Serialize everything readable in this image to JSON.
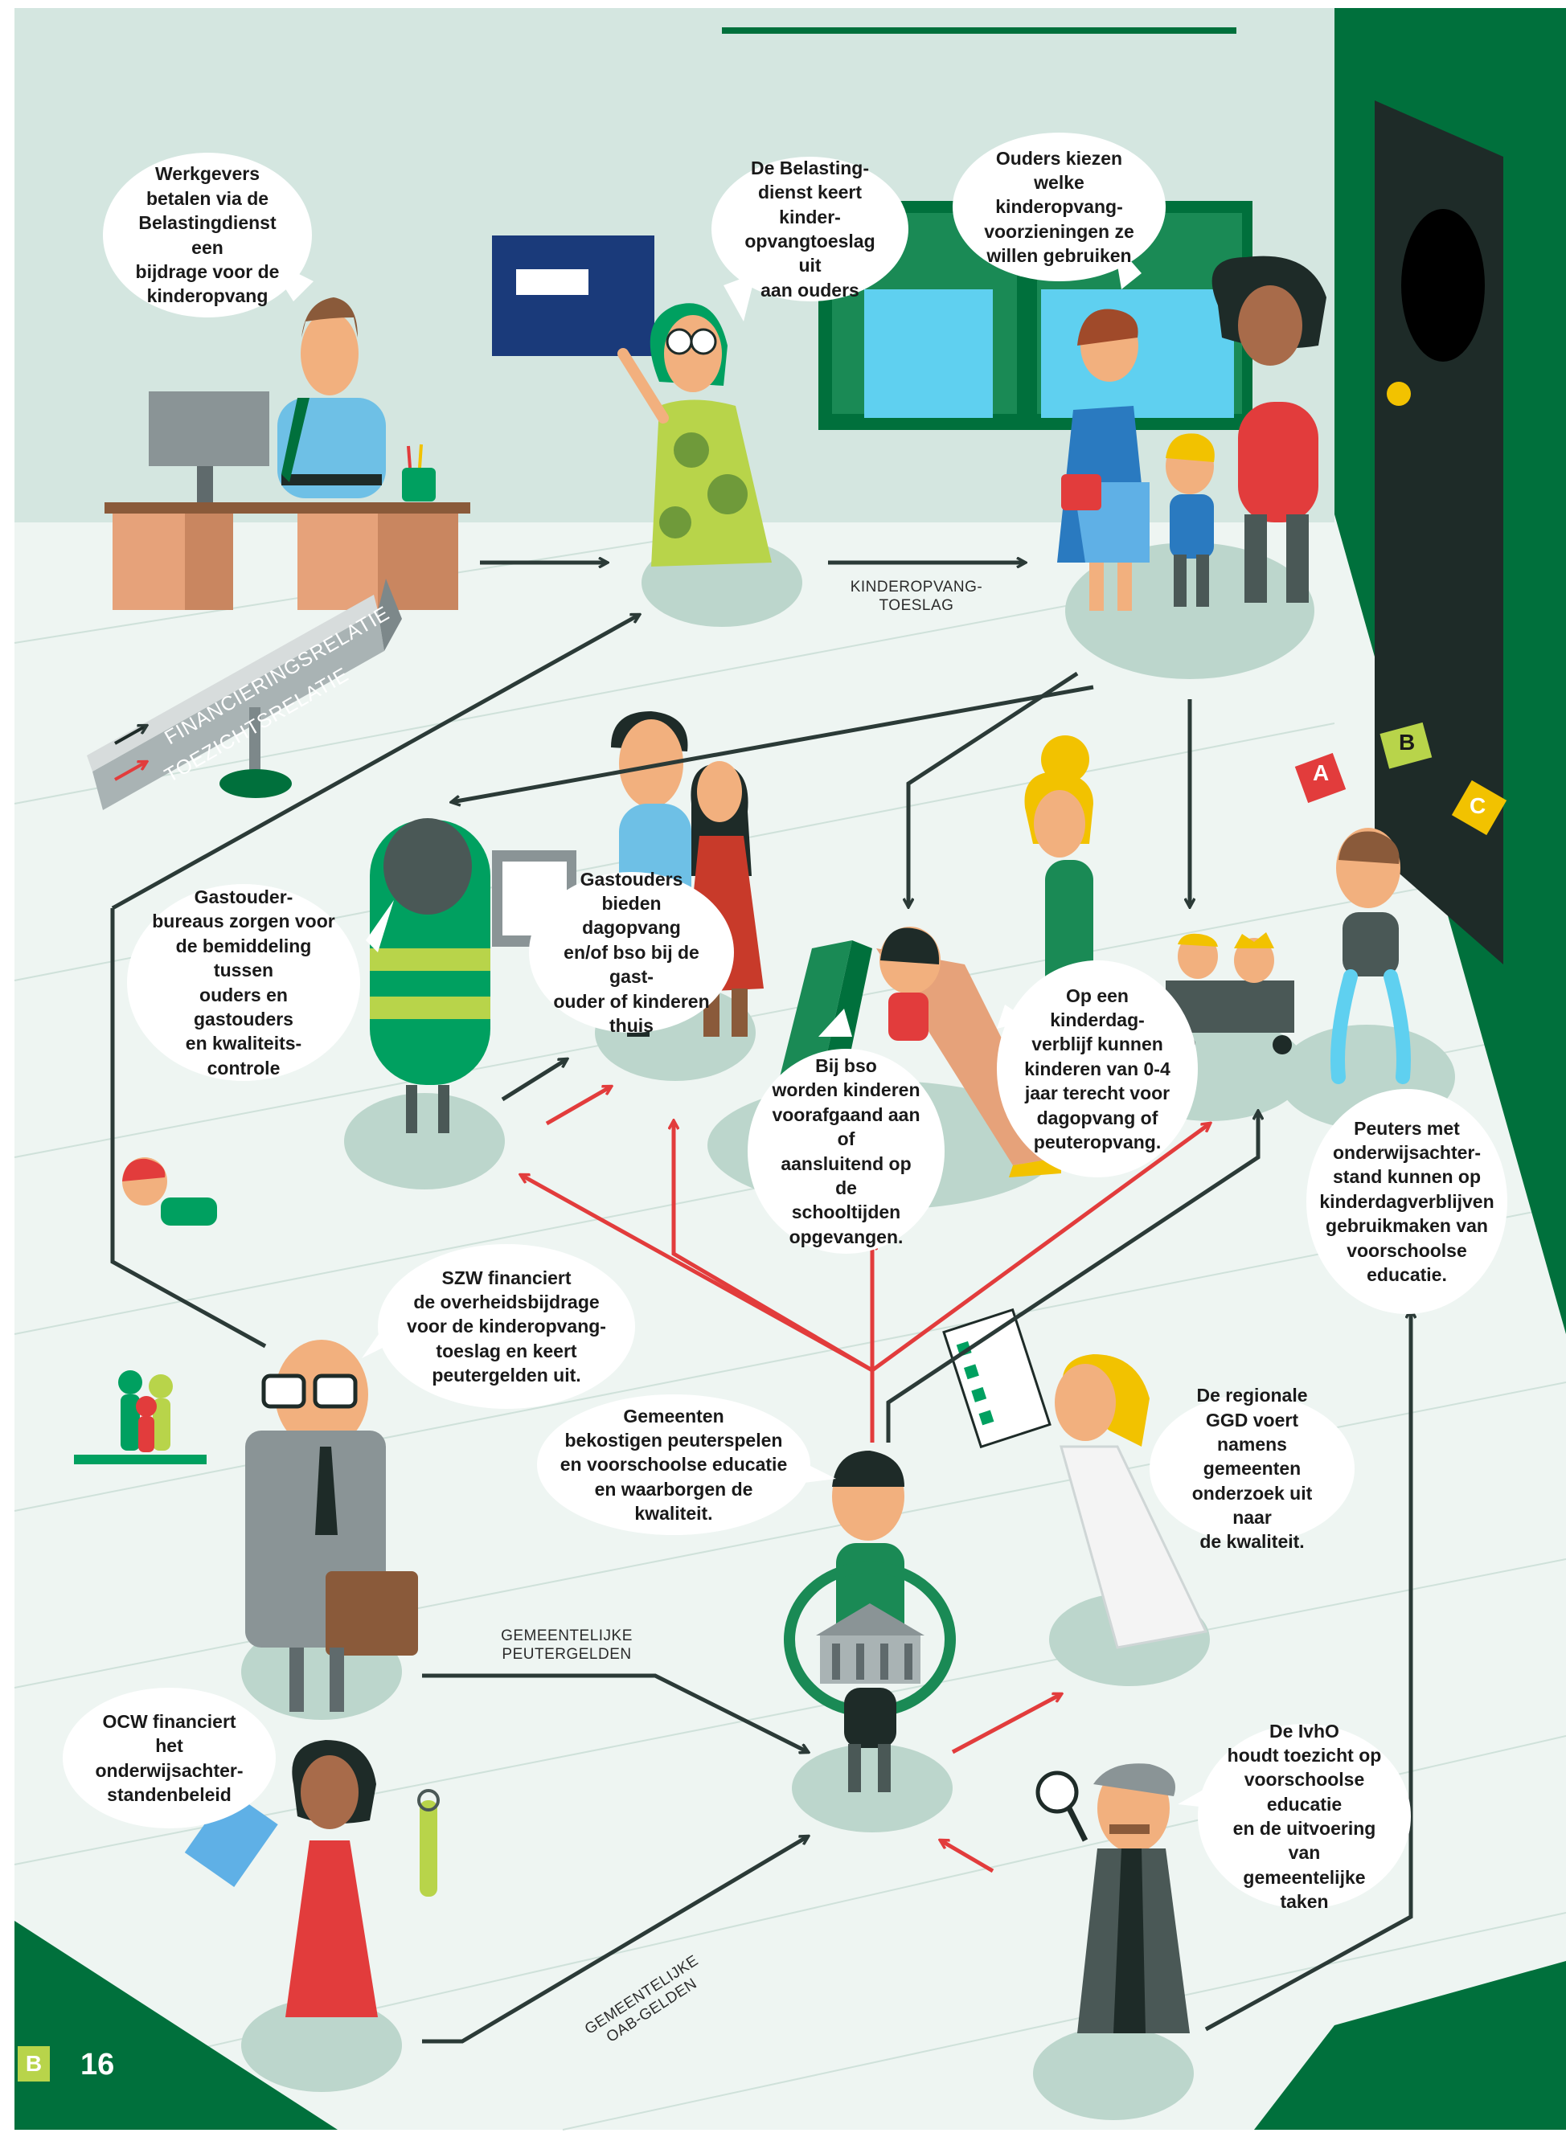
{
  "colors": {
    "wall": "#d4e6e0",
    "floor": "#eef5f2",
    "floor_line": "#c8ded6",
    "green_dark": "#00703c",
    "door": "#1e2b28",
    "arrow_financing": "#2b3a37",
    "arrow_supervision": "#e23c3c",
    "shadow": "#bcd6cc",
    "bubble": "#ffffff",
    "text": "#1a1a1a"
  },
  "legend": {
    "financing": "FINANCIERINGSRELATIE",
    "supervision": "TOEZICHTSRELATIE"
  },
  "bubbles": {
    "werkgevers": "Werkgevers\nbetalen via de\nBelastingdienst een\nbijdrage voor de\nkinderopvang",
    "belastingdienst": "De Belasting-\ndienst keert kinder-\nopvangtoeslag uit\naan ouders",
    "ouders": "Ouders kiezen\nwelke kinderopvang-\nvoorzieningen ze\nwillen gebruiken",
    "gastouderbureaus": "Gastouder-\nbureaus zorgen voor\nde bemiddeling tussen\nouders en gastouders\nen kwaliteits-\ncontrole",
    "gastouders": "Gastouders\nbieden dagopvang\nen/of bso bij de gast-\nouder of kinderen\nthuis",
    "bso": "Bij bso\nworden kinderen\nvoorafgaand aan of\naansluitend op de\nschooltijden\nopgevangen.",
    "kinderdagverblijf": "Op een\nkinderdag-\nverblijf kunnen\nkinderen van 0-4\njaar terecht voor\ndagopvang of\npeuteropvang.",
    "peuters": "Peuters met\nonderwijsachter-\nstand kunnen op\nkinderdagverblijven\ngebruikmaken van\nvoorschoolse\neducatie.",
    "szw": "SZW financiert\nde overheidsbijdrage\nvoor de kinderopvang-\ntoeslag en keert\npeutergelden uit.",
    "gemeenten": "Gemeenten\nbekostigen peuterspelen\nen voorschoolse educatie\nen waarborgen de\nkwaliteit.",
    "ggd": "De regionale\nGGD voert namens\ngemeenten\nonderzoek uit naar\nde kwaliteit.",
    "ocw": "OCW financiert\nhet onderwijsachter-\nstandenbeleid",
    "ivho": "De IvhO\nhoudt toezicht op\nvoorschoolse educatie\nen de uitvoering van\ngemeentelijke\ntaken"
  },
  "flow_labels": {
    "kinderopvangtoeslag": "KINDEROPVANG-\nTOESLAG",
    "peutergelden": "GEMEENTELIJKE\nPEUTERGELDEN",
    "oab_gelden": "GEMEENTELIJKE\nOAB-GELDEN"
  },
  "blocks": [
    "A",
    "B",
    "C"
  ],
  "page": {
    "section_letter": "B",
    "number": "16"
  }
}
